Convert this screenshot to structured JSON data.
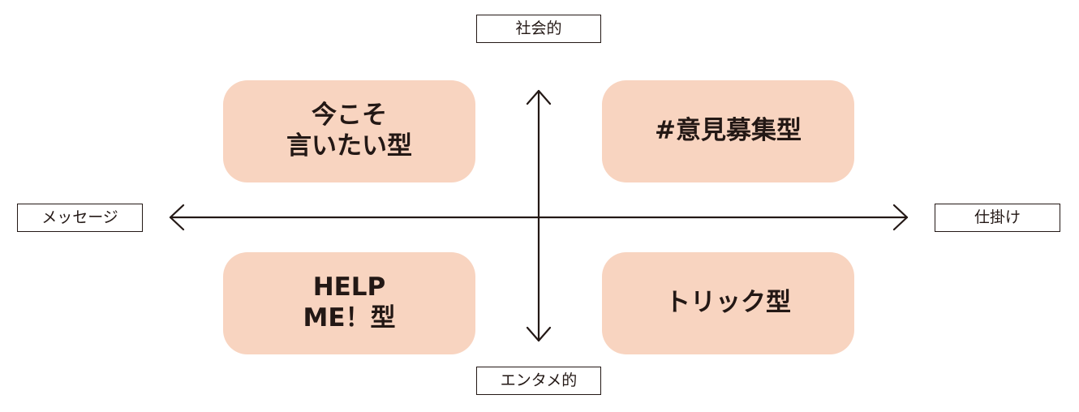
{
  "axes": {
    "top": "社会的",
    "bottom": "エンタメ的",
    "left": "メッセージ",
    "right": "仕掛け"
  },
  "quadrants": {
    "top_left": {
      "line1": "今こそ",
      "line2": "言いたい型"
    },
    "top_right": {
      "line1": "#意見募集型"
    },
    "bottom_left": {
      "line1": "HELP",
      "line2": "ME！型"
    },
    "bottom_right": {
      "line1": "トリック型"
    }
  },
  "colors": {
    "quadrant_fill": "#f8d4c0",
    "ink": "#231815"
  }
}
